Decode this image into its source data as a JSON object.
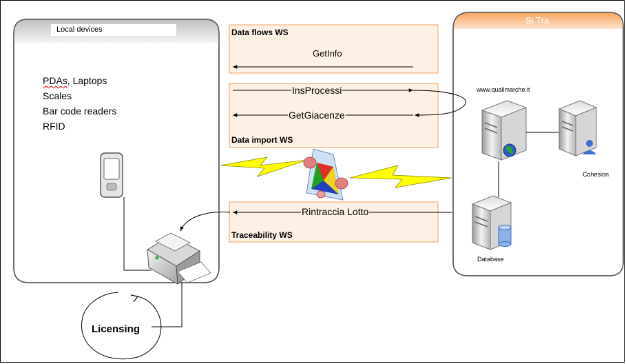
{
  "local": {
    "title": "Local devices",
    "devices": [
      "PDAs, Laptops",
      "Scales",
      "Bar code readers",
      "RFID"
    ],
    "device_first_word": "PDAs",
    "device_first_rest": ", Laptops"
  },
  "sitra": {
    "title": "Si.Tra",
    "url": "www.qualimarche.it",
    "cohesion": "Cohesion",
    "database": "Database"
  },
  "ws": {
    "data_flows": {
      "title": "Data flows WS",
      "op": "GetInfo"
    },
    "data_import": {
      "title": "Data import WS",
      "op_in": "InsProcessi",
      "op_out": "GetGiacenze"
    },
    "traceability": {
      "title": "Traceability WS",
      "op": "Rintraccia Lotto"
    }
  },
  "licensing": "Licensing",
  "colors": {
    "ws_fill": "#fdf0e4",
    "ws_border": "#f0a060",
    "sitra_header": "#f7a45e",
    "lightning": "#ffff00"
  }
}
